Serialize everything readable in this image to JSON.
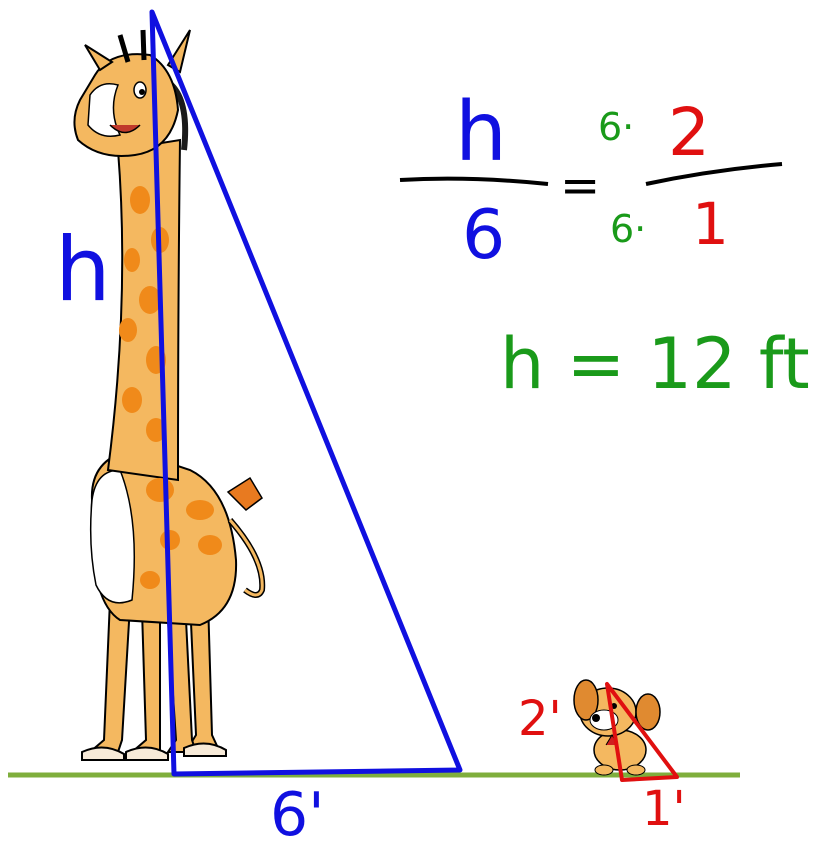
{
  "labels": {
    "giraffe_height": "h",
    "giraffe_shadow": "6'",
    "dog_height": "2'",
    "dog_shadow": "1'"
  },
  "proportion": {
    "left_numerator": "h",
    "left_denominator": "6",
    "equals": "=",
    "right_numerator_factor": "6·",
    "right_numerator_value": "2",
    "right_denominator_factor": "6·",
    "right_denominator_value": "1"
  },
  "answer": "h = 12 ft",
  "colors": {
    "blue": "#1010e0",
    "red": "#e01010",
    "green": "#1a9a1a",
    "ground": "#7fae3c",
    "black": "#000000"
  }
}
